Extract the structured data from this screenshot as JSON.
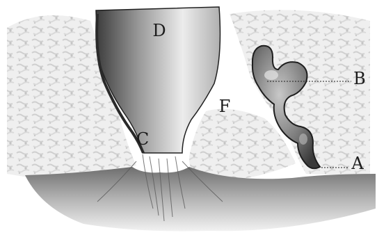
{
  "illustration": {
    "kind": "engraved anatomical drawing",
    "palette": {
      "paper": "#ffffff",
      "ink": "#1c1c1c",
      "tissue_dark": "#4a4a4a",
      "tissue_mid": "#8e8e8e",
      "tissue_light": "#d4d4d4"
    },
    "labels": {
      "d": "D",
      "c": "C",
      "f": "F",
      "b": "B",
      "a": "A"
    }
  }
}
